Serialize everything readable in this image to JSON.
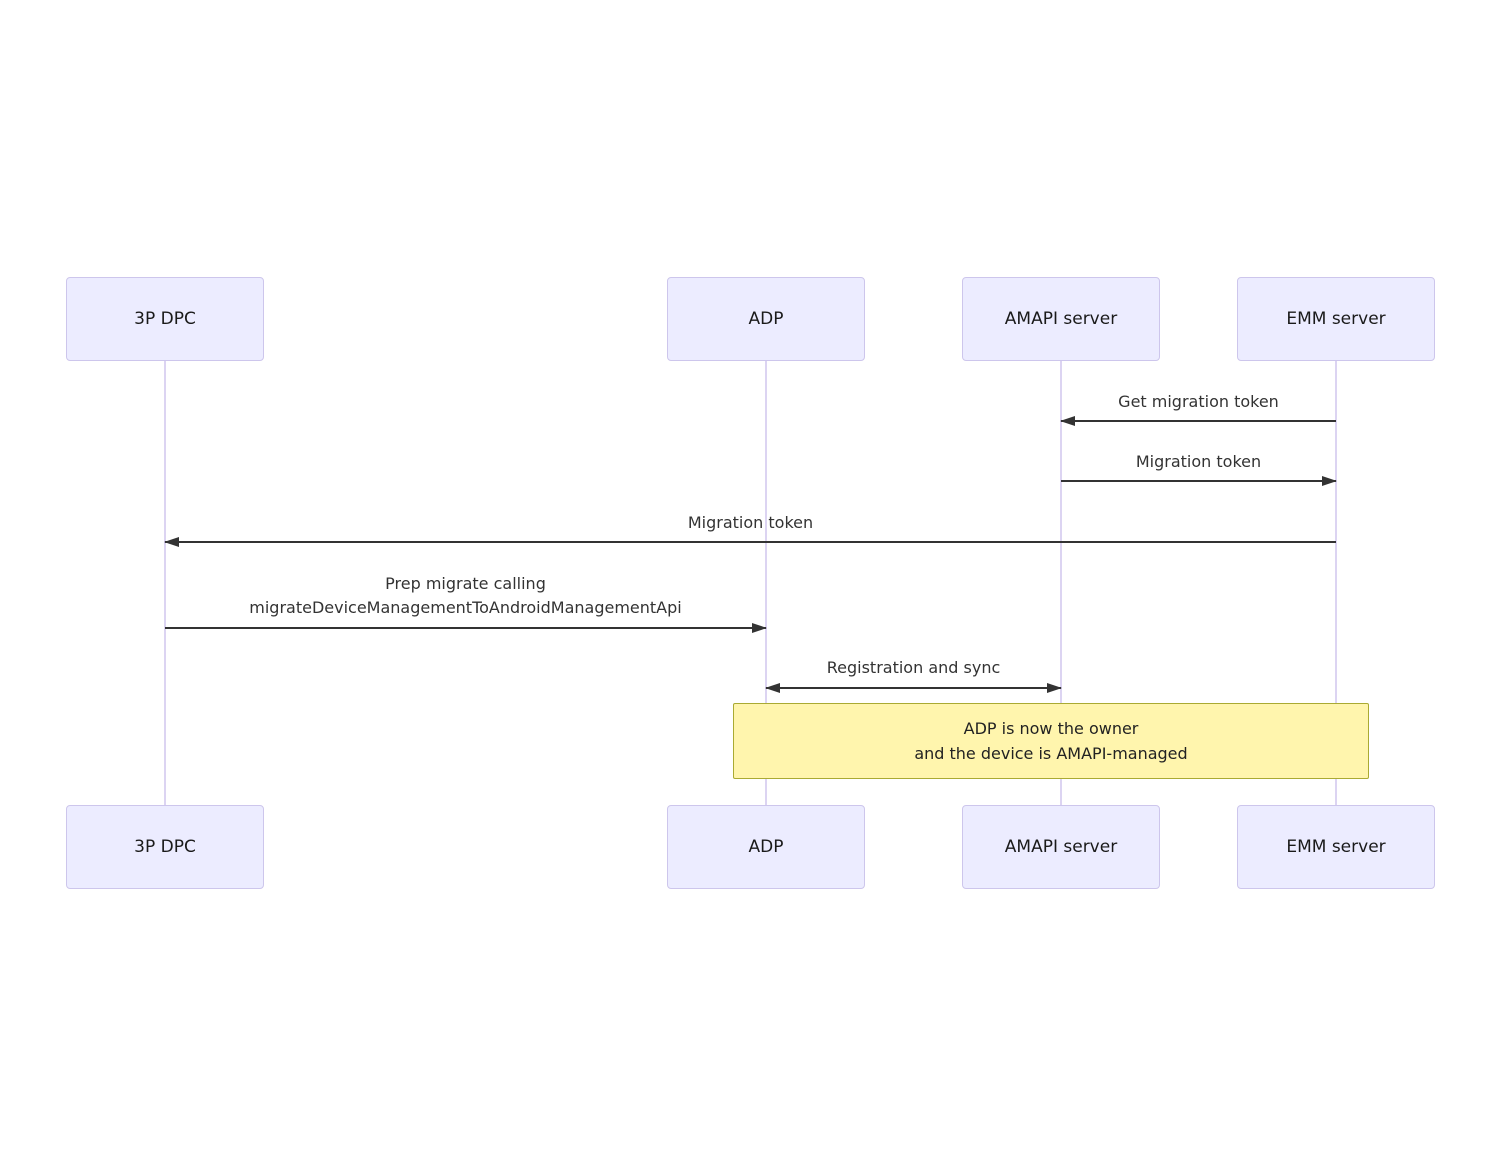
{
  "diagram_type": "sequence",
  "actors": [
    {
      "id": "3p-dpc",
      "label": "3P DPC"
    },
    {
      "id": "adp",
      "label": "ADP"
    },
    {
      "id": "amapi-server",
      "label": "AMAPI server"
    },
    {
      "id": "emm-server",
      "label": "EMM server"
    }
  ],
  "messages": [
    {
      "from": "EMM server",
      "to": "AMAPI server",
      "label": "Get migration token",
      "direction": "left",
      "arrow": "solid-filled-head"
    },
    {
      "from": "AMAPI server",
      "to": "EMM server",
      "label": "Migration token",
      "direction": "right",
      "arrow": "solid-filled-head"
    },
    {
      "from": "EMM server",
      "to": "3P DPC",
      "label": "Migration token",
      "direction": "left",
      "arrow": "solid-filled-head"
    },
    {
      "from": "3P DPC",
      "to": "ADP",
      "lines": [
        "Prep migrate calling",
        "migrateDeviceManagementToAndroidManagementApi"
      ],
      "direction": "right",
      "arrow": "solid-filled-head"
    },
    {
      "from": "ADP",
      "to": "AMAPI server",
      "label": "Registration and sync",
      "direction": "both",
      "arrow": "solid-filled-both-heads"
    }
  ],
  "note": {
    "spans": "ADP to EMM server",
    "lines": [
      "ADP is now the owner",
      "and the device is AMAPI-managed"
    ]
  },
  "colors": {
    "actor_fill": "#ECECFF",
    "actor_border": "#CDC6EC",
    "lifeline": "#DCD4F2",
    "arrow": "#333333",
    "message_text": "#333333",
    "note_fill": "#FFF5AD",
    "note_border": "#AAAA33",
    "note_text": "#222222",
    "background": "#FFFFFF"
  }
}
